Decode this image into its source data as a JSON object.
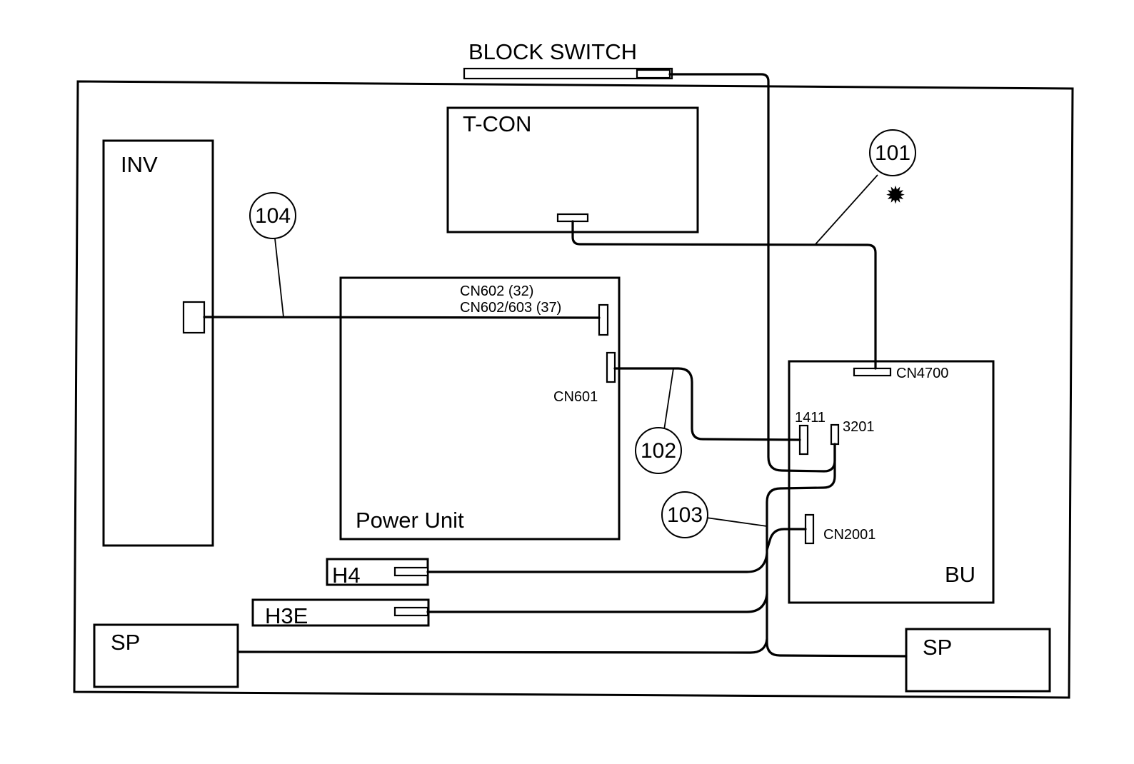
{
  "colors": {
    "line": "#000000",
    "background": "#ffffff"
  },
  "labels": {
    "block_switch": "BLOCK SWITCH",
    "tcon": "T-CON",
    "inv": "INV",
    "power_unit": "Power Unit",
    "bu": "BU",
    "h4": "H4",
    "h3e": "H3E",
    "sp_left": "SP",
    "sp_right": "SP"
  },
  "connectors": {
    "cn602_line1": "CN602 (32)",
    "cn602_line2": "CN602/603 (37)",
    "cn601": "CN601",
    "cn4700": "CN4700",
    "c1411": "1411",
    "c3201": "3201",
    "cn2001": "CN2001"
  },
  "callouts": {
    "c101": "101",
    "c102": "102",
    "c103": "103",
    "c104": "104",
    "star": "✹"
  }
}
